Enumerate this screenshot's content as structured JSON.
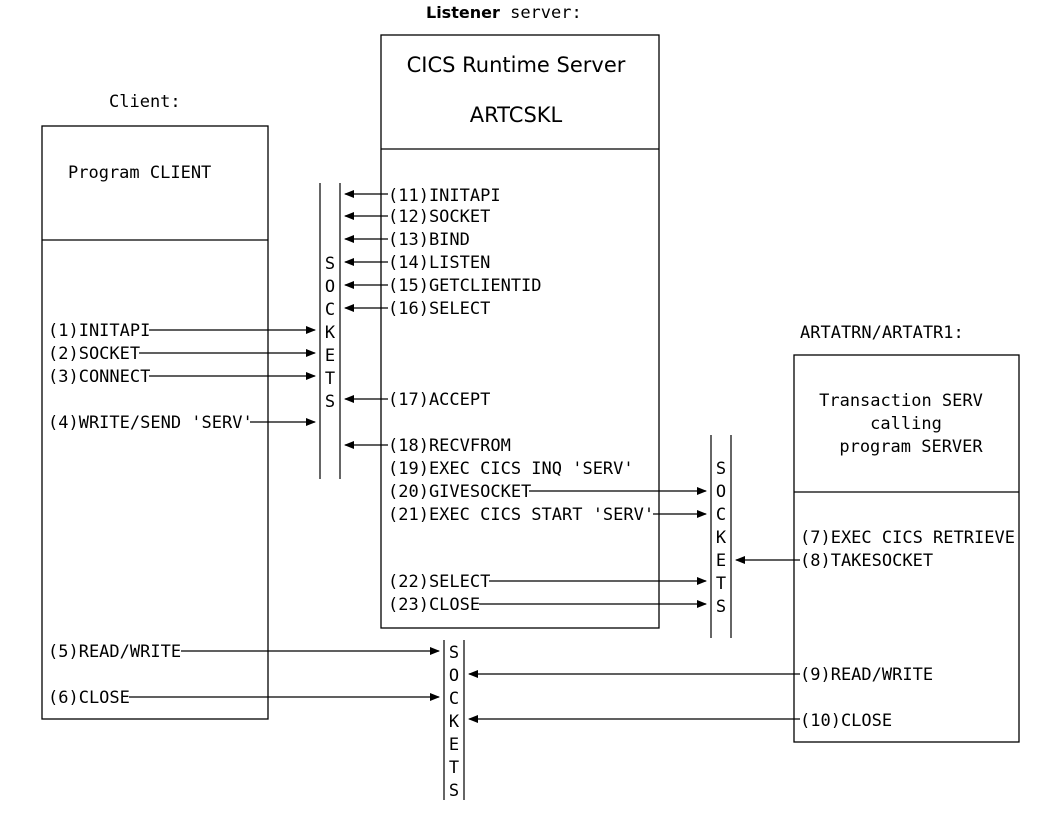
{
  "listener": {
    "header": {
      "bold": "Listener",
      "rest": " server:"
    },
    "title_line1": "CICS Runtime Server",
    "title_line2": "ARTCSKL",
    "calls": [
      "(11)INITAPI",
      "(12)SOCKET",
      "(13)BIND",
      "(14)LISTEN",
      "(15)GETCLIENTID",
      "(16)SELECT",
      "(17)ACCEPT",
      "(18)RECVFROM",
      "(19)EXEC CICS INQ 'SERV'",
      "(20)GIVESOCKET",
      "(21)EXEC CICS START 'SERV'",
      "(22)SELECT",
      "(23)CLOSE"
    ]
  },
  "client": {
    "header": "Client:",
    "title": "Program CLIENT",
    "calls": [
      "(1)INITAPI",
      "(2)SOCKET",
      "(3)CONNECT",
      "(4)WRITE/SEND 'SERV'",
      "(5)READ/WRITE",
      "(6)CLOSE"
    ]
  },
  "server": {
    "header": "ARTATRN/ARTATR1:",
    "title_lines": [
      "Transaction SERV",
      "calling",
      "program SERVER"
    ],
    "calls": [
      "(7)EXEC CICS RETRIEVE",
      "(8)TAKESOCKET",
      "(9)READ/WRITE",
      "(10)CLOSE"
    ]
  },
  "sockets_label": [
    "S",
    "O",
    "C",
    "K",
    "E",
    "T",
    "S"
  ]
}
